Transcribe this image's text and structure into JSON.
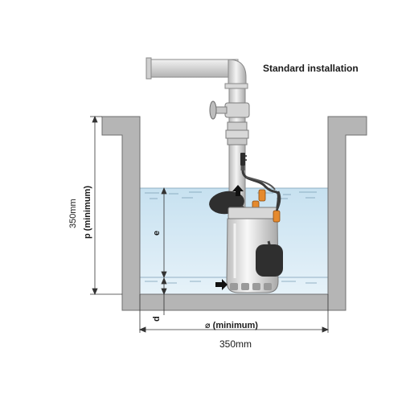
{
  "title": "Standard installation",
  "labels": {
    "p": "p (minimum)",
    "e": "e",
    "d": "d",
    "left_dimension": "350mm",
    "diameter": "⌀ (minimum)",
    "bottom_dimension": "350mm"
  },
  "colors": {
    "wall": "#b5b5b5",
    "water": "#d3e8f3",
    "pipe": "#dcdcdc",
    "pump_body": "#e6e6e6",
    "float": "#2f2f2f",
    "cable": "#3a3a3a",
    "connector": "#e58a2e"
  },
  "icons": [
    "arrow-right-icon",
    "arrow-up-icon",
    "plug-icon",
    "valve-icon"
  ]
}
